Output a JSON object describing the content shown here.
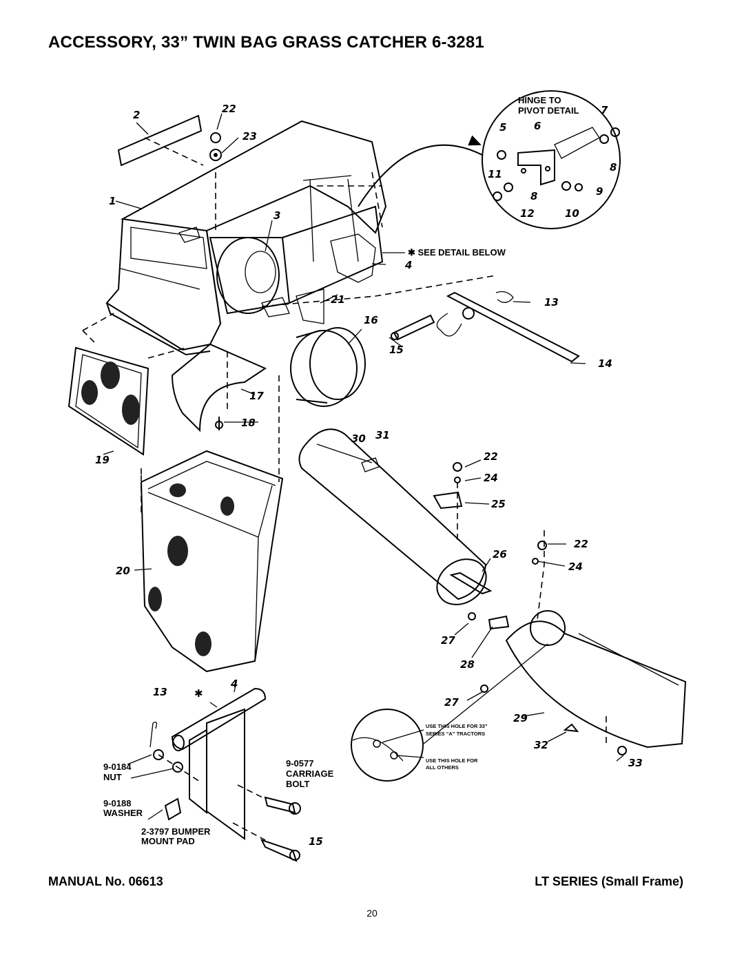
{
  "title": "ACCESSORY, 33” TWIN BAG GRASS CATCHER 6-3281",
  "footer": {
    "manual": "MANUAL No. 06613",
    "series": "LT SERIES (Small Frame)",
    "page": "20"
  },
  "detail_headings": {
    "hinge_line1": "HINGE TO",
    "hinge_line2": "PIVOT DETAIL",
    "see_detail": "✱ SEE DETAIL BELOW"
  },
  "callouts": {
    "c1": "1",
    "c2": "2",
    "c3": "3",
    "c4": "4",
    "c5": "5",
    "c6": "6",
    "c7": "7",
    "c8a": "8",
    "c8b": "8",
    "c9": "9",
    "c10": "10",
    "c11": "11",
    "c12": "12",
    "c13": "13",
    "c14": "14",
    "c15": "15",
    "c16": "16",
    "c17": "17",
    "c18": "18",
    "c19": "19",
    "c20": "20",
    "c21": "21",
    "c22a": "22",
    "c22b": "22",
    "c22c": "22",
    "c23": "23",
    "c24a": "24",
    "c24b": "24",
    "c25": "25",
    "c26": "26",
    "c27a": "27",
    "c27b": "27",
    "c28": "28",
    "c29": "29",
    "c30": "30",
    "c31": "31",
    "c32": "32",
    "c33": "33",
    "d4": "4",
    "d13": "13",
    "d15": "15",
    "star": "✱"
  },
  "hardware": {
    "nut_no": "9-0184",
    "nut": "NUT",
    "washer_no": "9-0188",
    "washer": "WASHER",
    "bolt_no": "9-0577",
    "bolt1": "CARRIAGE",
    "bolt2": "BOLT",
    "pad1": "2-3797 BUMPER",
    "pad2": "MOUNT PAD"
  },
  "hole_notes": {
    "a1": "USE THIS HOLE FOR 33”",
    "a2": "SERIES “A” TRACTORS",
    "b1": "USE THIS HOLE FOR",
    "b2": "ALL OTHERS"
  }
}
